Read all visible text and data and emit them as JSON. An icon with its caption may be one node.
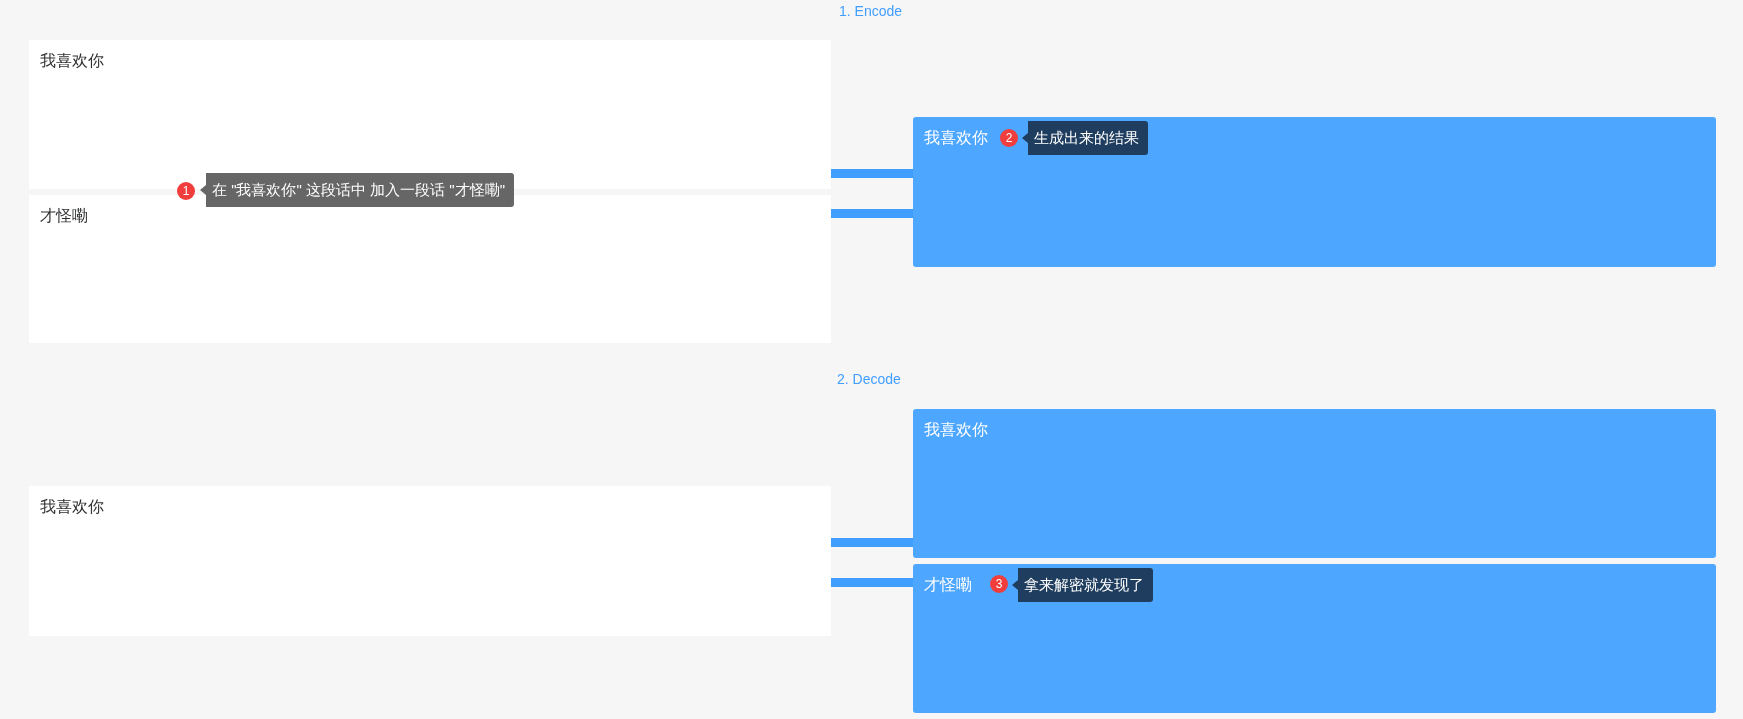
{
  "diagram": {
    "nodes": [
      {
        "text": [
          "我喜欢你"
        ]
      },
      {
        "text": [
          "才怪嘞"
        ]
      },
      {
        "text": [
          "我喜欢你"
        ]
      },
      {
        "text": [
          "我喜欢你"
        ]
      },
      {
        "text": [
          "我喜欢你"
        ]
      },
      {
        "text": [
          "才怪嘞"
        ]
      }
    ],
    "edges": [
      {
        "from": 0,
        "to": 2,
        "arrow": "none"
      },
      {
        "from": 1,
        "to": 2,
        "arrow": "none"
      },
      {
        "from": 3,
        "to": 4,
        "arrow": "none"
      },
      {
        "from": 3,
        "to": 5,
        "arrow": "none"
      }
    ],
    "labels": [
      "1. Encode",
      "1",
      "在 \"我喜欢你\" 这段话中 加入一段话 \"才怪嘞\"",
      "2",
      "生成出来的结果",
      "2. Decode",
      "3",
      "拿来解密就发现了"
    ]
  }
}
